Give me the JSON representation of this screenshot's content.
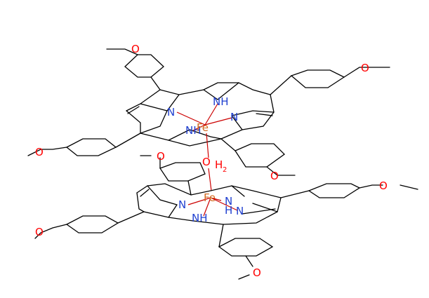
{
  "colors": {
    "bond": "#000000",
    "oxygen": "#ff0000",
    "nitrogen": "#2040d0",
    "iron": "#d2691e"
  },
  "atom_labels": {
    "o_methoxy_1": "O",
    "o_methoxy_2": "O",
    "o_methoxy_3": "O",
    "o_methoxy_4": "O",
    "o_methoxy_5": "O",
    "o_methoxy_6": "O",
    "o_methoxy_7": "O",
    "o_methoxy_8": "O",
    "fe_top": "Fe",
    "fe_bottom": "Fe",
    "n_top_1": "N",
    "nh_top_1": "NH",
    "n_top_2": "N",
    "nh_top_2": "NH",
    "n_bot_1": "N",
    "nh_bot_1": "NH",
    "n_bot_2": "N",
    "nh_bot_2": "H",
    "oh2_o": "O",
    "oh2_h": "H",
    "oh2_sub": "2"
  }
}
